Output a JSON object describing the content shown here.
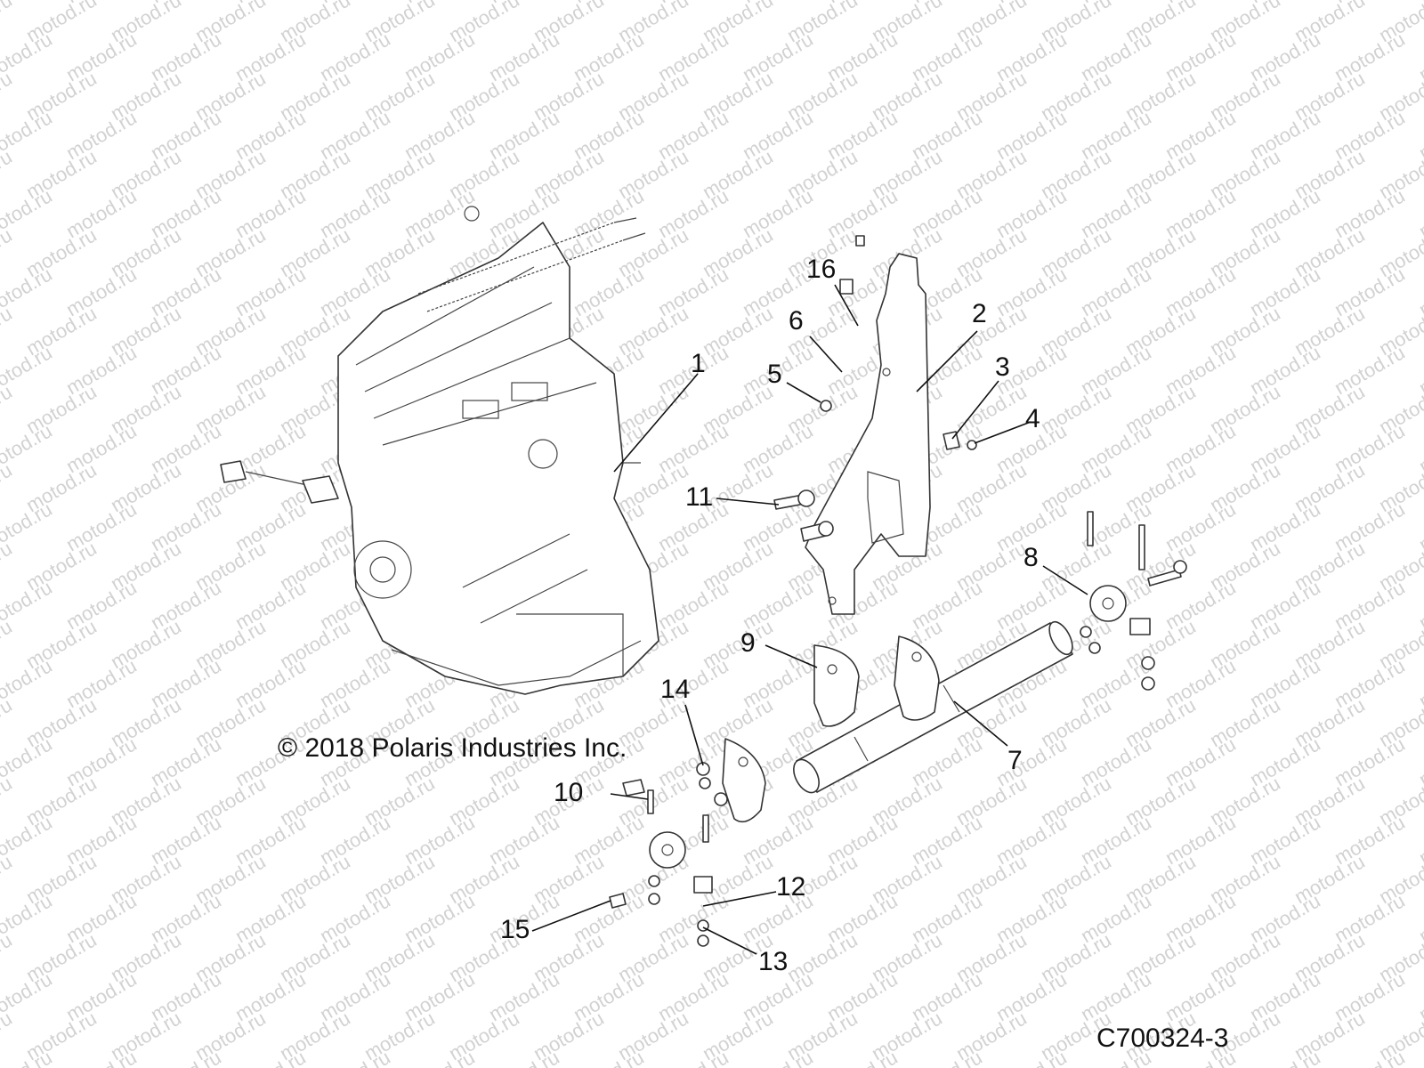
{
  "watermark": {
    "text": "motod.ru"
  },
  "copyright": "© 2018 Polaris Industries Inc.",
  "figure_id": "C700324-3",
  "callouts": {
    "c1": "1",
    "c2": "2",
    "c3": "3",
    "c4": "4",
    "c5": "5",
    "c6": "6",
    "c7": "7",
    "c8": "8",
    "c9": "9",
    "c10": "10",
    "c11": "11",
    "c12": "12",
    "c13": "13",
    "c14": "14",
    "c15": "15",
    "c16": "16"
  }
}
